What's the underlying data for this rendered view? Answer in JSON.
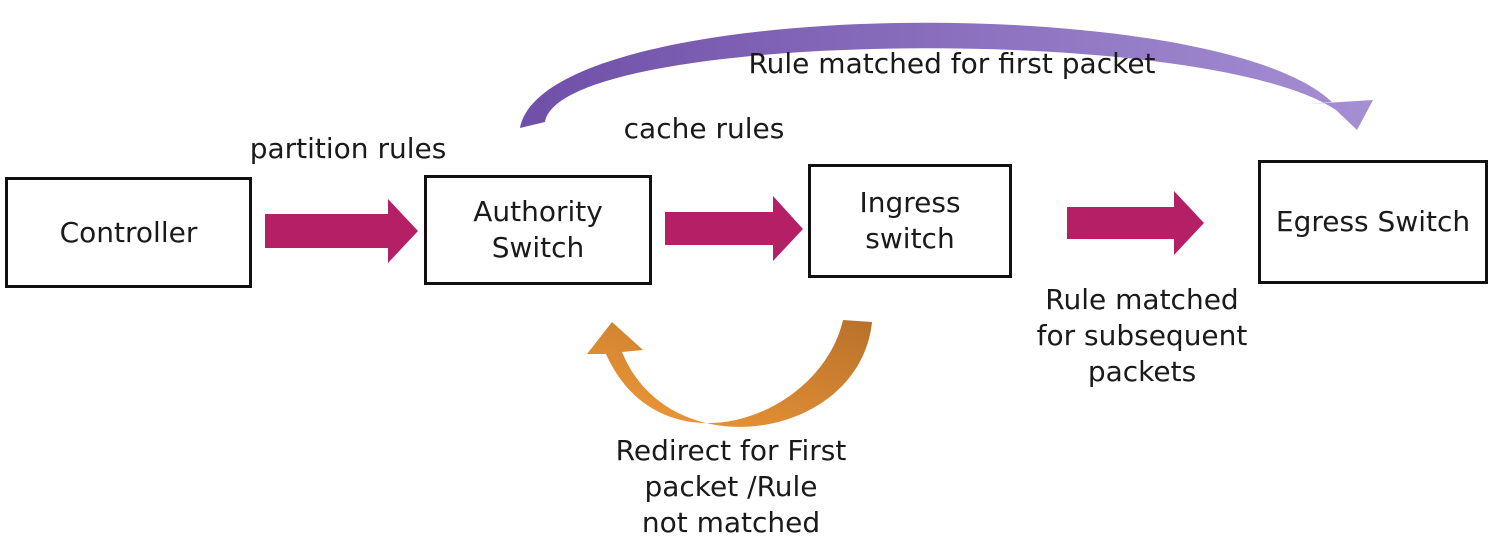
{
  "nodes": {
    "controller": "Controller",
    "authority": "Authority\nSwitch",
    "ingress": "Ingress\nswitch",
    "egress": "Egress Switch"
  },
  "labels": {
    "partition_rules": "partition rules",
    "cache_rules": "cache rules",
    "rule_first_packet": "Rule matched for first packet",
    "rule_subsequent": "Rule matched\nfor subsequent\npackets",
    "redirect": "Redirect for First\npacket /Rule\nnot matched"
  },
  "colors": {
    "flow_arrow": "#b51f65",
    "first_packet_arrow": "#7b5cb0",
    "redirect_arrow": "#e88c2a",
    "box_border": "#111111"
  }
}
